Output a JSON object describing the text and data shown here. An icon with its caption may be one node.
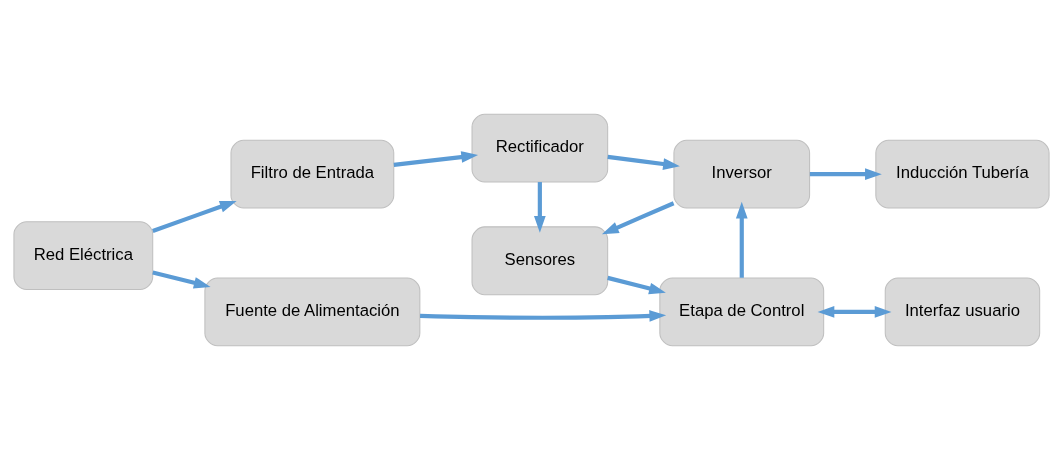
{
  "diagram": {
    "nodes": [
      {
        "text": [
          "Red Eléctrica"
        ]
      },
      {
        "text": [
          "Filtro de Entrada"
        ]
      },
      {
        "text": [
          "Rectificador"
        ]
      },
      {
        "text": [
          "Inversor"
        ]
      },
      {
        "text": [
          "Inducción Tubería"
        ]
      },
      {
        "text": [
          "Fuente de Alimentación"
        ]
      },
      {
        "text": [
          "Sensores"
        ]
      },
      {
        "text": [
          "Etapa de Control"
        ]
      },
      {
        "text": [
          "Interfaz usuario"
        ]
      }
    ],
    "edges": [
      {
        "from": 0,
        "to": 1,
        "arrow": "to"
      },
      {
        "from": 1,
        "to": 2,
        "arrow": "to"
      },
      {
        "from": 2,
        "to": 3,
        "arrow": "to"
      },
      {
        "from": 3,
        "to": 4,
        "arrow": "to"
      },
      {
        "from": 0,
        "to": 5,
        "arrow": "to"
      },
      {
        "from": 2,
        "to": 6,
        "arrow": "to"
      },
      {
        "from": 3,
        "to": 6,
        "arrow": "to"
      },
      {
        "from": 6,
        "to": 7,
        "arrow": "to"
      },
      {
        "from": 7,
        "to": 3,
        "arrow": "to"
      },
      {
        "from": 7,
        "to": 8,
        "arrow": "both"
      },
      {
        "from": 5,
        "to": 7,
        "arrow": "to"
      }
    ]
  }
}
